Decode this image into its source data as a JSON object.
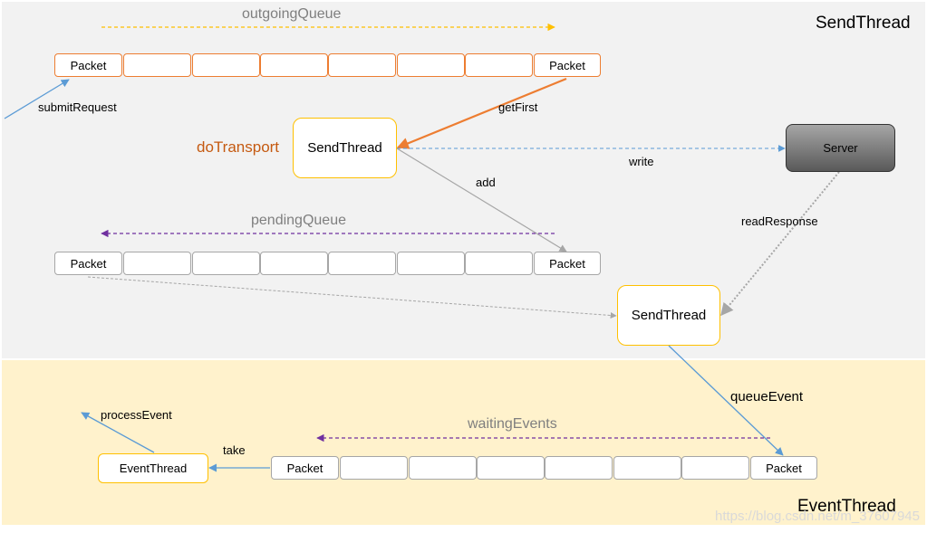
{
  "regions": {
    "send_title": "SendThread",
    "event_title": "EventThread"
  },
  "queues": {
    "outgoing": {
      "name": "outgoingQueue",
      "first": "Packet",
      "last": "Packet"
    },
    "pending": {
      "name": "pendingQueue",
      "first": "Packet",
      "last": "Packet"
    },
    "waiting": {
      "name": "waitingEvents",
      "first": "Packet",
      "last": "Packet"
    }
  },
  "nodes": {
    "send_thread_top": "SendThread",
    "send_thread_bottom": "SendThread",
    "server": "Server",
    "event_thread": "EventThread",
    "do_transport": "doTransport"
  },
  "edges": {
    "submit_request": "submitRequest",
    "get_first": "getFirst",
    "write": "write",
    "add": "add",
    "read_response": "readResponse",
    "queue_event": "queueEvent",
    "take": "take",
    "process_event": "processEvent"
  },
  "colors": {
    "orange": "#ed7d31",
    "amber": "#ffc000",
    "blue": "#5b9bd5",
    "purple": "#7030a0",
    "grey": "#a6a6a6"
  },
  "watermark": "https://blog.csdn.net/m_37607945"
}
